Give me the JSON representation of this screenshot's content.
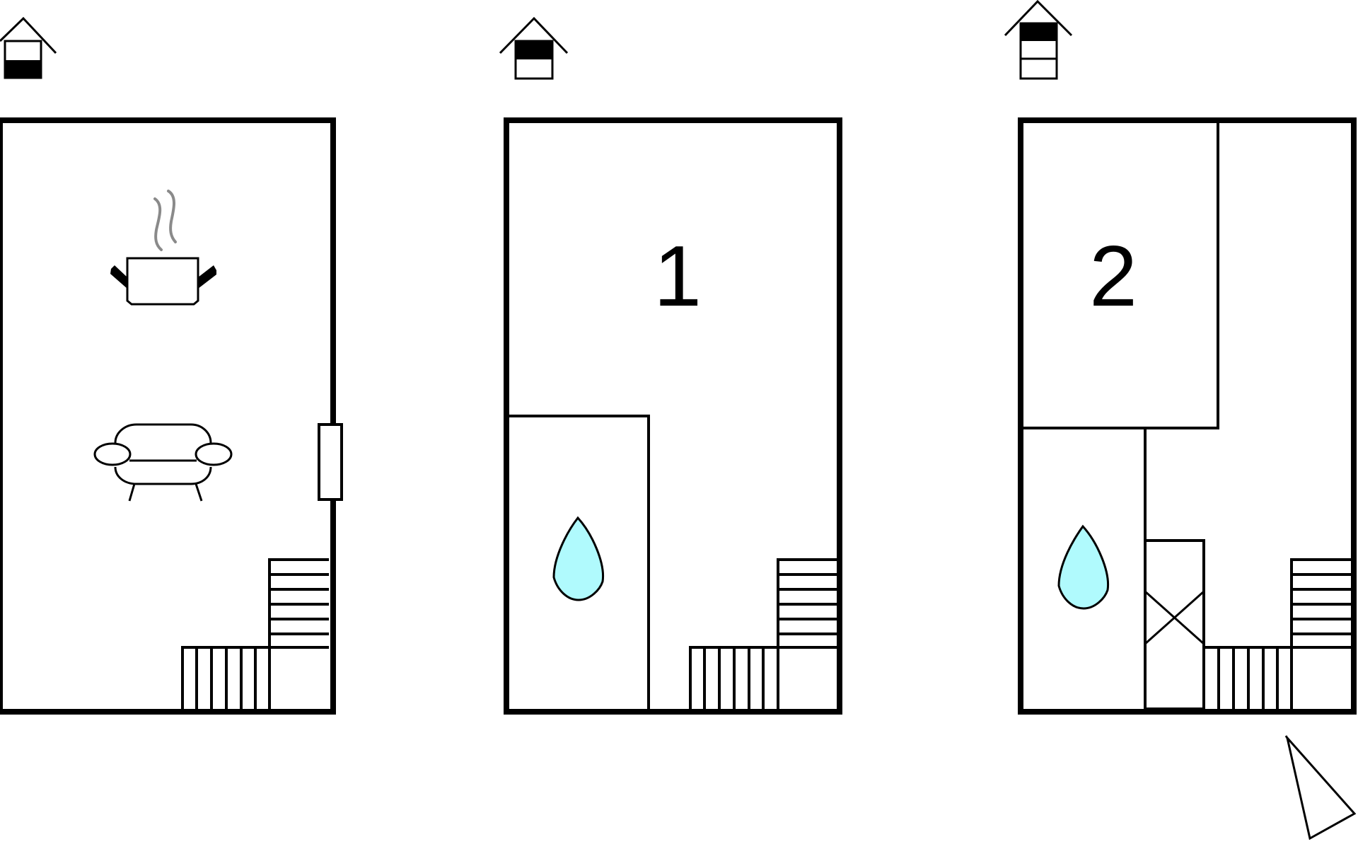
{
  "floors": [
    {
      "id": "ground",
      "level_icon": "house-level-0-icon",
      "room_label": ""
    },
    {
      "id": "first",
      "level_icon": "house-level-1-icon",
      "room_label": "1"
    },
    {
      "id": "second",
      "level_icon": "house-level-2-icon",
      "room_label": "2"
    }
  ],
  "icons": {
    "kitchen": "cooking-pot-icon",
    "living": "sofa-icon",
    "bathroom": "water-drop-icon",
    "stairs": "staircase-icon",
    "compass": "north-arrow-icon"
  },
  "colors": {
    "wall": "#000000",
    "water": "#b0fafd",
    "steam": "#8a8a8a",
    "background": "#ffffff"
  }
}
